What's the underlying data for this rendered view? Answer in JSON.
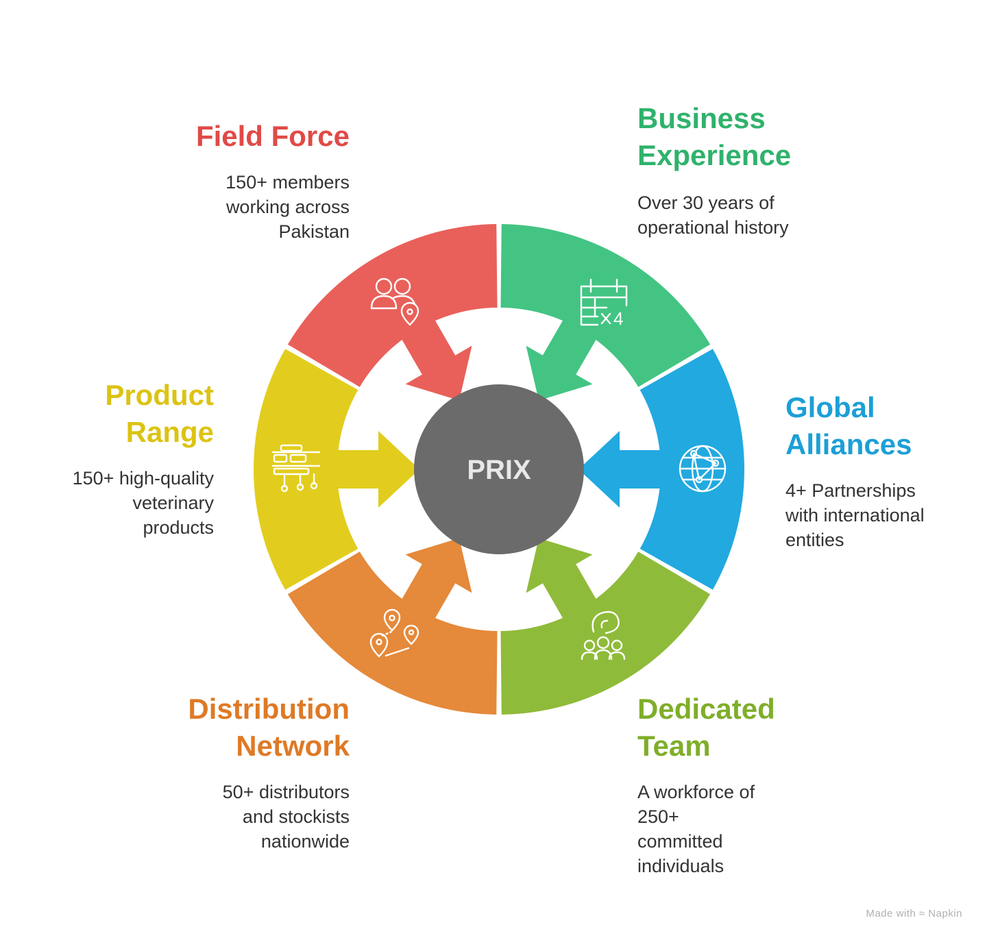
{
  "center": {
    "label": "PRIX",
    "color": "#6b6b6b"
  },
  "segments": [
    {
      "key": "field",
      "title": "Field Force",
      "desc_lines": [
        "150+ members",
        "working across",
        "Pakistan"
      ],
      "color": "#e9605a",
      "title_color": "#e04a46",
      "icon": "people-location-icon"
    },
    {
      "key": "business",
      "title_lines": [
        "Business",
        "Experience"
      ],
      "desc_lines": [
        "Over 30 years of",
        "operational history"
      ],
      "color": "#43c483",
      "title_color": "#2fb26c",
      "icon": "calendar-x4-icon"
    },
    {
      "key": "global",
      "title_lines": [
        "Global",
        "Alliances"
      ],
      "desc_lines": [
        "4+ Partnerships",
        "with international",
        "entities"
      ],
      "color": "#22a9df",
      "title_color": "#1c9fd6",
      "icon": "globe-network-icon"
    },
    {
      "key": "team",
      "title_lines": [
        "Dedicated",
        "Team"
      ],
      "desc_lines": [
        "A workforce of",
        "250+",
        "committed",
        "individuals"
      ],
      "color": "#8fbb3a",
      "title_color": "#7fae29",
      "icon": "team-icon"
    },
    {
      "key": "distribution",
      "title_lines": [
        "Distribution",
        "Network"
      ],
      "desc_lines": [
        "50+ distributors",
        "and stockists",
        "nationwide"
      ],
      "color": "#e5893a",
      "title_color": "#de7a26",
      "icon": "map-pins-icon"
    },
    {
      "key": "product",
      "title_lines": [
        "Product",
        "Range"
      ],
      "desc_lines": [
        "150+ high-quality",
        "veterinary",
        "products"
      ],
      "color": "#e2cd1e",
      "title_color": "#dcc313",
      "icon": "shelf-products-icon"
    }
  ],
  "footer": "Made with ≈ Napkin"
}
